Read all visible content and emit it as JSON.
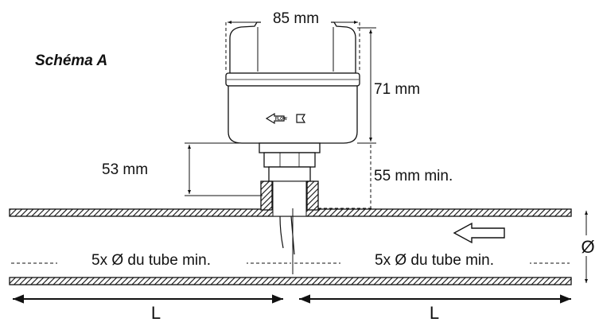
{
  "diagram": {
    "title": "Schéma A",
    "width_label": "85 mm",
    "height_label": "71 mm",
    "stem_label": "53 mm",
    "clearance_label": "55 mm min.",
    "flow_label": "FLOW",
    "upstream_label": "5x Ø du tube min.",
    "downstream_label": "5x Ø du tube min.",
    "diameter_label": "Ø",
    "left_length_label": "L",
    "right_length_label": "L"
  },
  "colors": {
    "line": "#111111",
    "background": "#ffffff"
  }
}
